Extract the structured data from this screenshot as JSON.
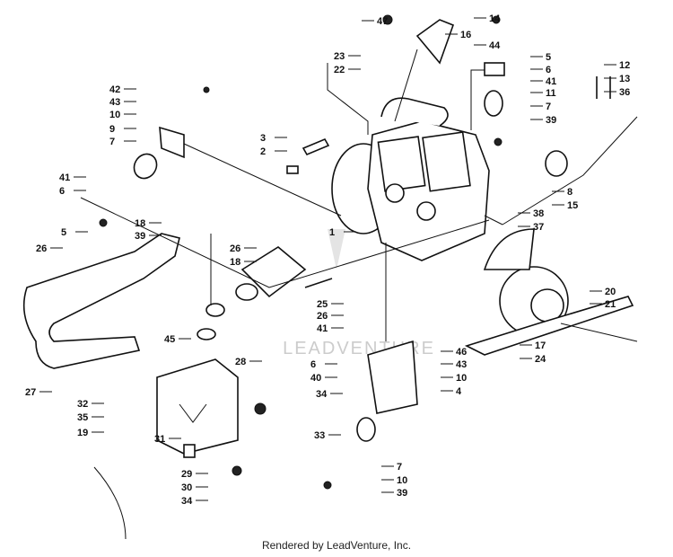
{
  "diagram": {
    "callouts": [
      "47",
      "16",
      "14",
      "44",
      "5",
      "6",
      "41",
      "11",
      "7",
      "39",
      "12",
      "13",
      "36",
      "23",
      "22",
      "42",
      "43",
      "10",
      "9",
      "7",
      "3",
      "2",
      "41",
      "6",
      "5",
      "18",
      "39",
      "26",
      "26",
      "18",
      "1",
      "8",
      "15",
      "38",
      "37",
      "25",
      "26",
      "41",
      "45",
      "27",
      "28",
      "6",
      "40",
      "46",
      "43",
      "10",
      "4",
      "34",
      "32",
      "35",
      "19",
      "31",
      "33",
      "17",
      "24",
      "20",
      "21",
      "29",
      "30",
      "34",
      "7",
      "10",
      "39"
    ],
    "watermark": "LEADVENTURE"
  },
  "footer": {
    "text": "Rendered by LeadVenture, Inc."
  }
}
